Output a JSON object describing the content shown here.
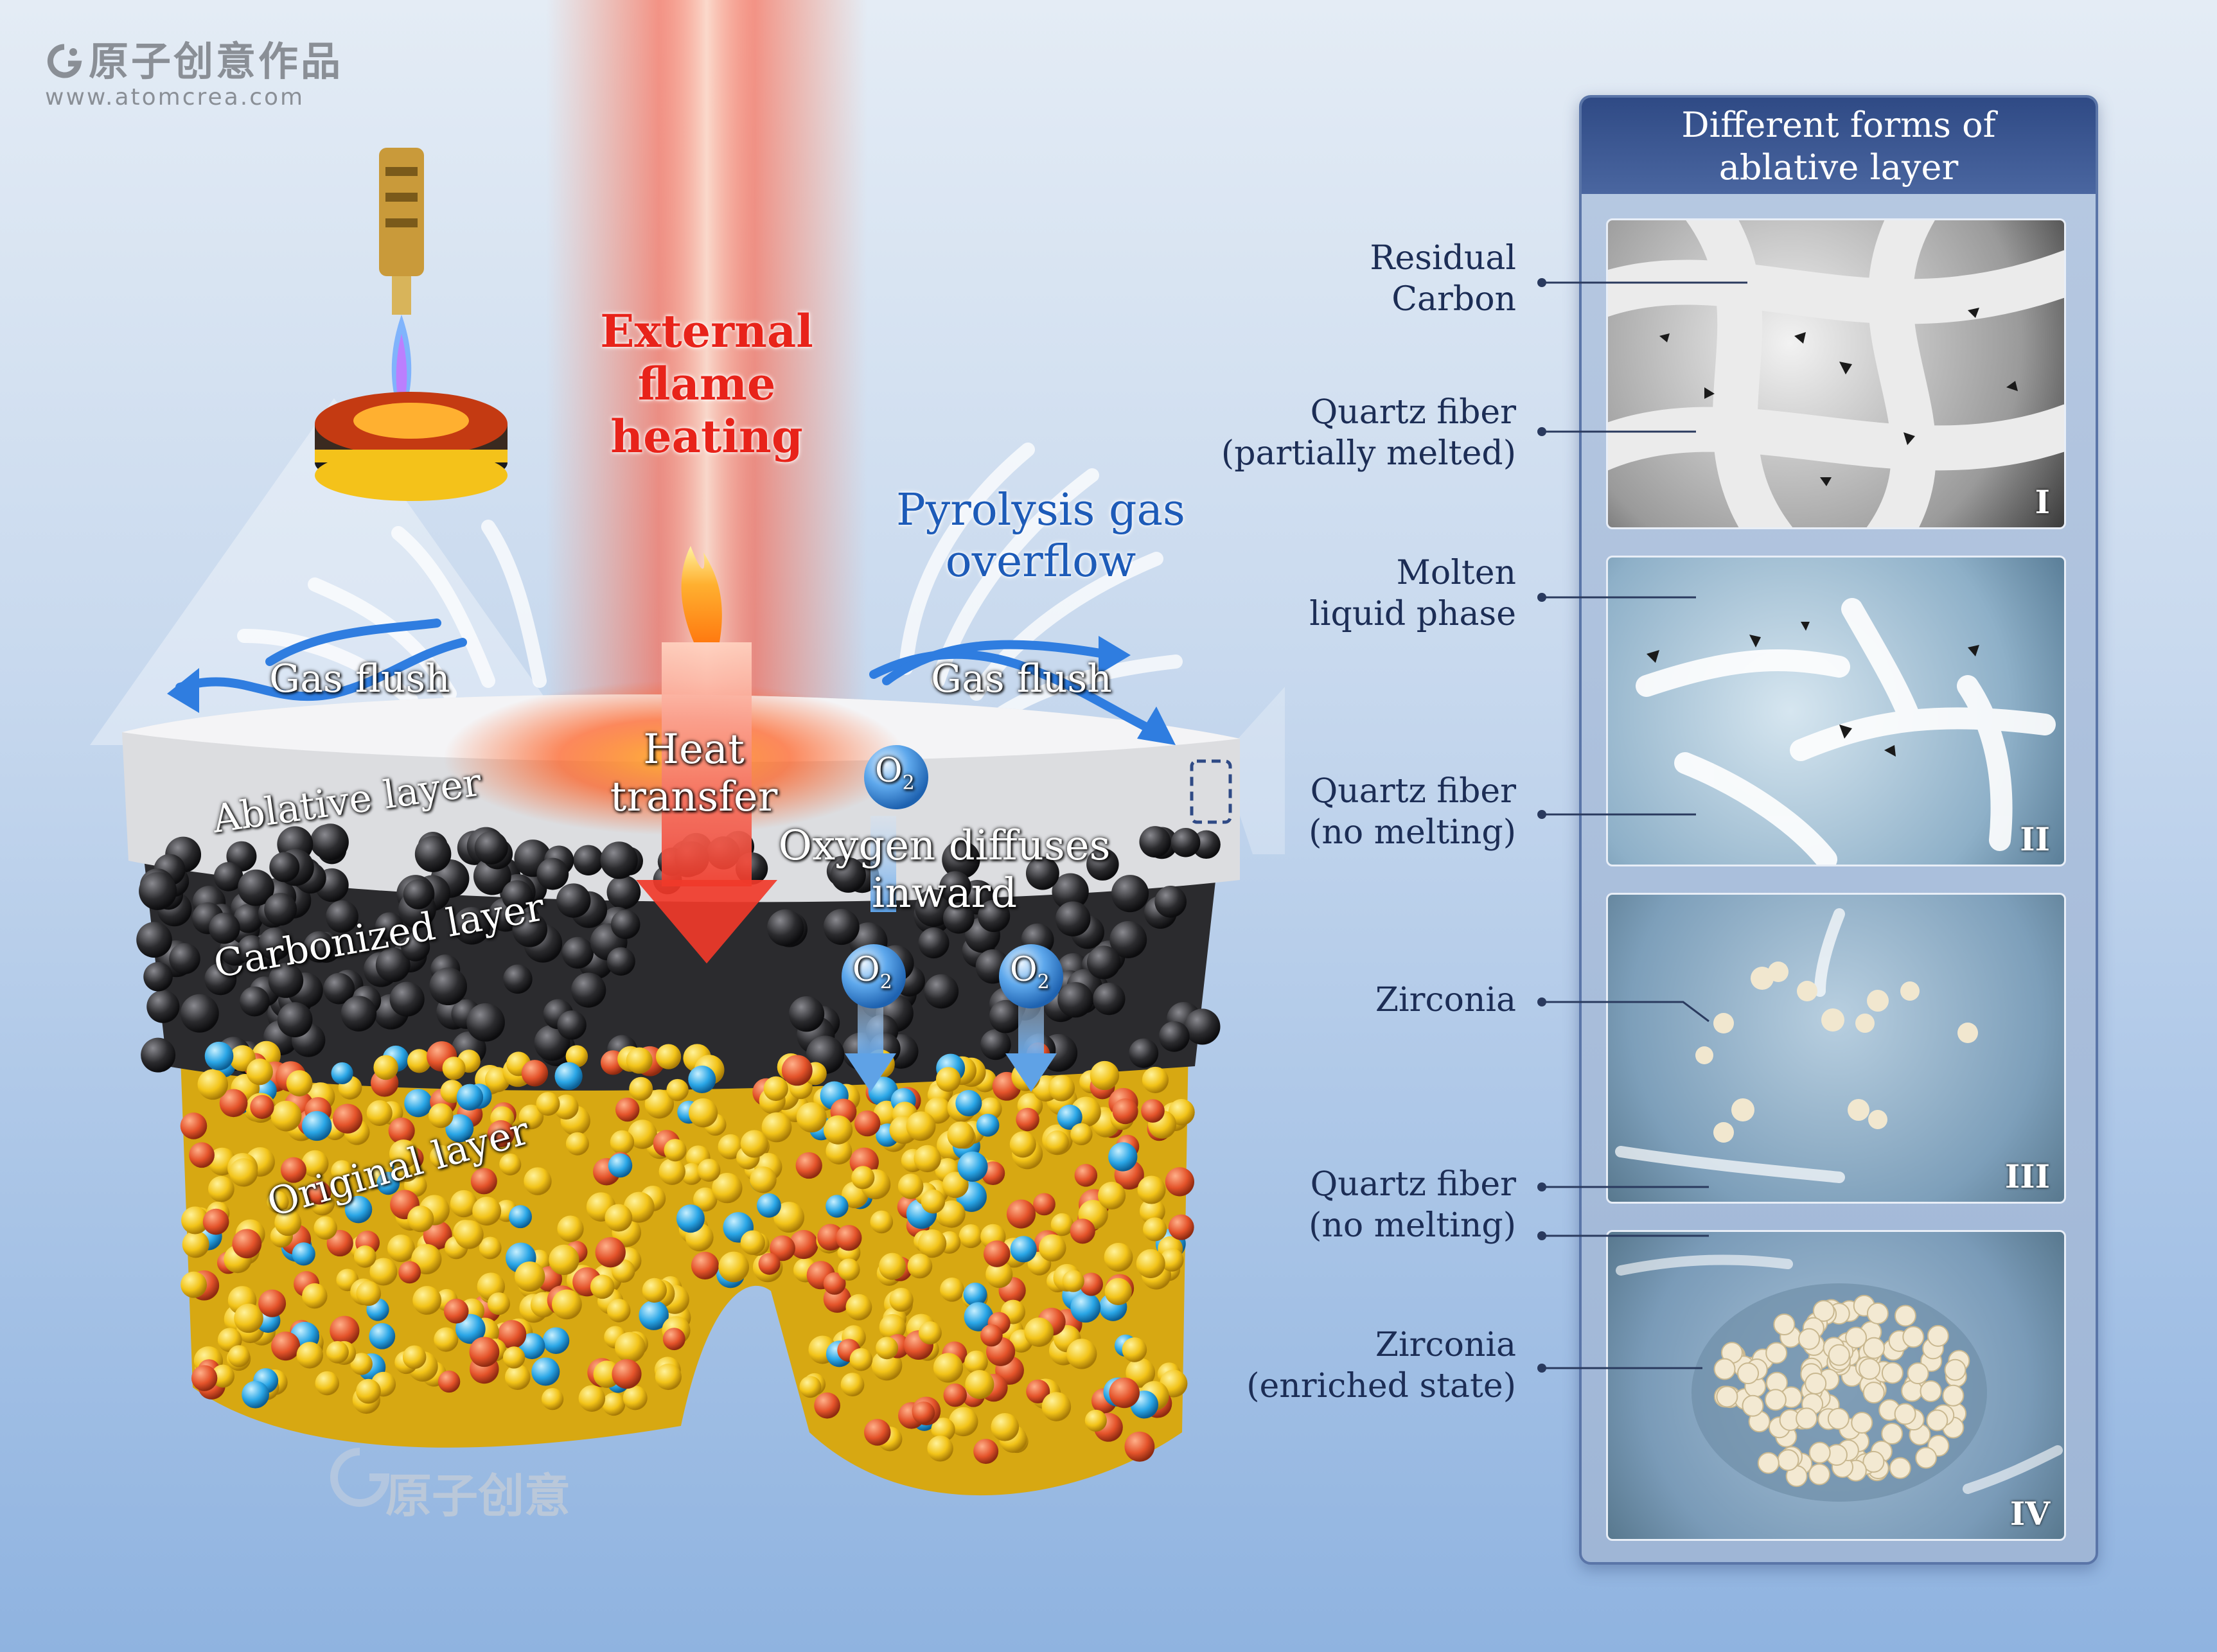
{
  "watermark": {
    "cn": "原子创意作品",
    "url": "www.atomcrea.com",
    "mid": "原子创意"
  },
  "scene": {
    "flame_label_1": "External flame",
    "flame_label_2": "heating",
    "pyrolysis_1": "Pyrolysis gas",
    "pyrolysis_2": "overflow",
    "gas_flush_left": "Gas flush",
    "gas_flush_right": "Gas flush",
    "heat_1": "Heat",
    "heat_2": "transfer",
    "oxygen_1": "Oxygen diffuses",
    "oxygen_2": "inward",
    "o2": "O",
    "o2_sub": "2",
    "ablative": "Ablative layer",
    "carbonized": "Carbonized layer",
    "original": "Original layer"
  },
  "panel": {
    "title_1": "Different forms of",
    "title_2": "ablative layer",
    "tiles": [
      {
        "roman": "I"
      },
      {
        "roman": "II"
      },
      {
        "roman": "III"
      },
      {
        "roman": "IV"
      }
    ]
  },
  "labels": {
    "residual_1": "Residual",
    "residual_2": "Carbon",
    "qf_pm_1": "Quartz fiber",
    "qf_pm_2": "(partially melted)",
    "molten_1": "Molten",
    "molten_2": "liquid phase",
    "qf_nm1_1": "Quartz fiber",
    "qf_nm1_2": "(no melting)",
    "zirconia": "Zirconia",
    "qf_nm2_1": "Quartz fiber",
    "qf_nm2_2": "(no melting)",
    "zr_en_1": "Zirconia",
    "zr_en_2": "(enriched state)"
  },
  "colors": {
    "flame_red": "#e8231a",
    "label_blue": "#1d5bb8",
    "panel_header": "#2f4a85",
    "original_yellow": "#f2c318",
    "original_red": "#e4532a",
    "atom_blue": "#2aa6e6",
    "carbon_black": "#2b2b2e",
    "ablative_grey": "#dedfe1"
  }
}
